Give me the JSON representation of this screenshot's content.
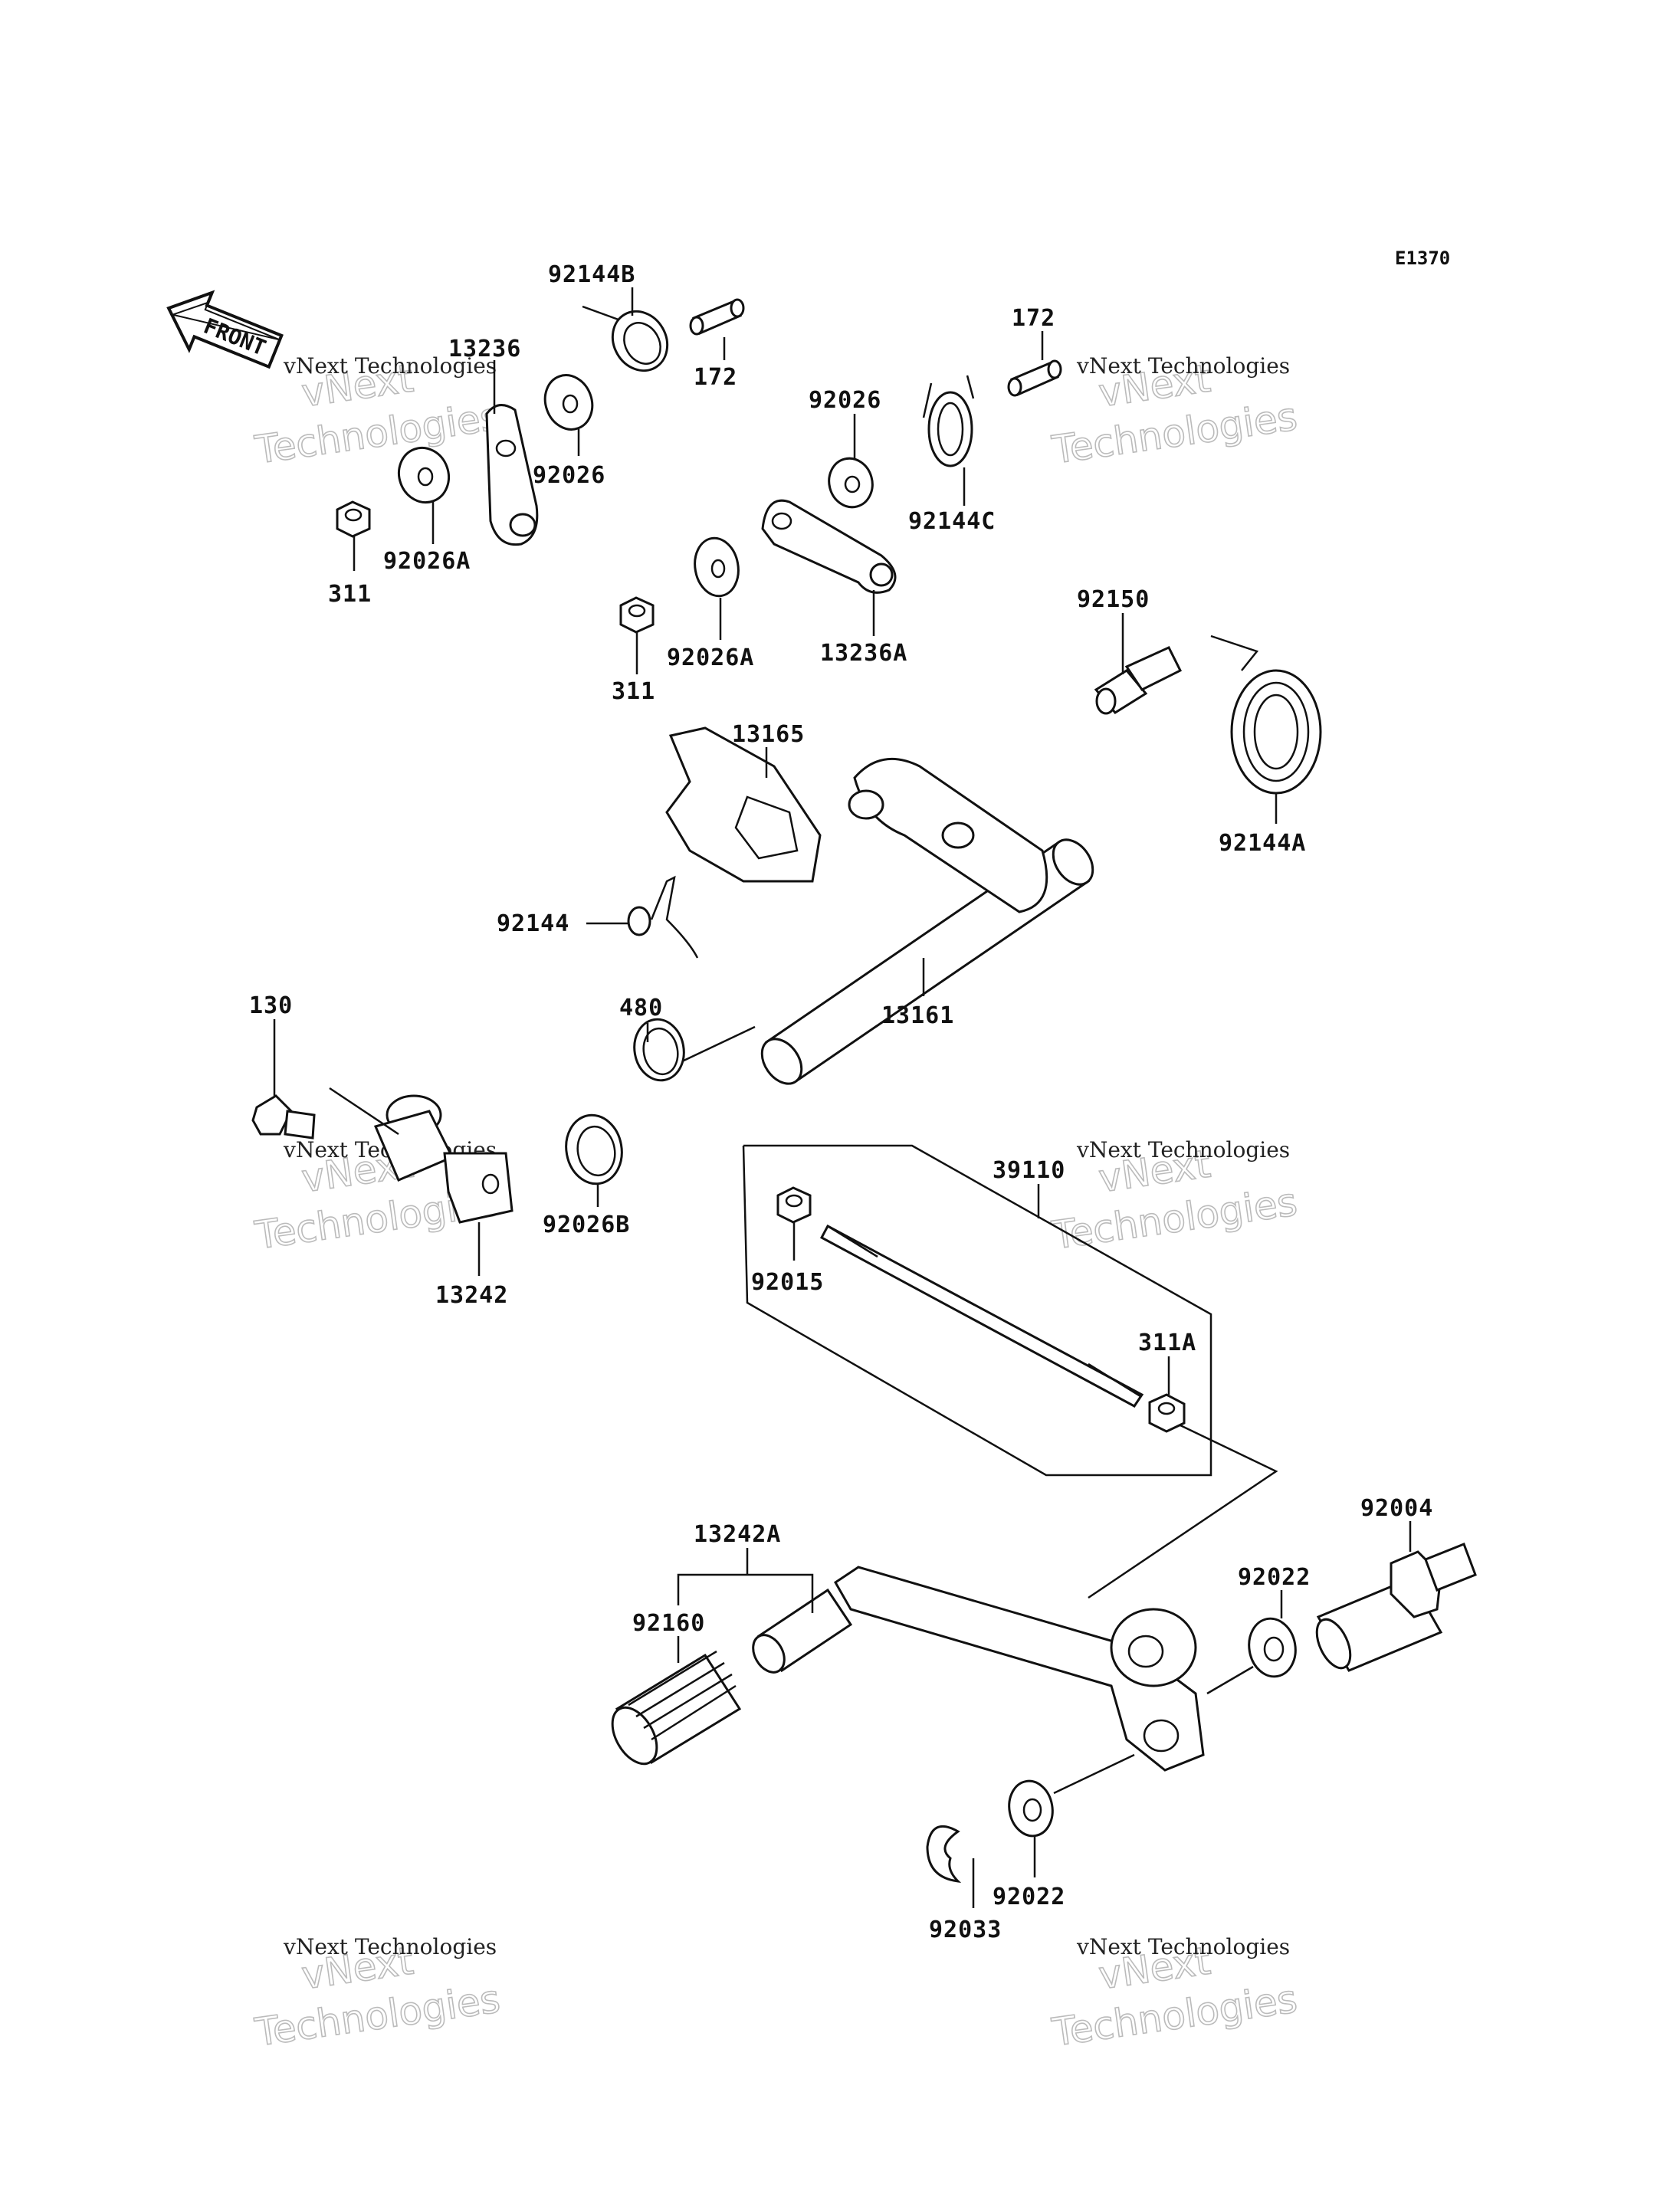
{
  "diagram_code": "E1370",
  "front_label": "FRONT",
  "watermark": {
    "line1": "vNext",
    "line2": "vNext Technologies",
    "line3": "Technologies"
  },
  "parts": [
    {
      "id": "p-92144b",
      "label": "92144B"
    },
    {
      "id": "p-172a",
      "label": "172"
    },
    {
      "id": "p-13236",
      "label": "13236"
    },
    {
      "id": "p-92026",
      "label": "92026"
    },
    {
      "id": "p-92026a",
      "label": "92026A"
    },
    {
      "id": "p-311a",
      "label": "311"
    },
    {
      "id": "p-172b",
      "label": "172"
    },
    {
      "id": "p-92026b2",
      "label": "92026"
    },
    {
      "id": "p-92144c",
      "label": "92144C"
    },
    {
      "id": "p-92026a2",
      "label": "92026A"
    },
    {
      "id": "p-311b",
      "label": "311"
    },
    {
      "id": "p-13236a",
      "label": "13236A"
    },
    {
      "id": "p-92150",
      "label": "92150"
    },
    {
      "id": "p-13165",
      "label": "13165"
    },
    {
      "id": "p-92144a",
      "label": "92144A"
    },
    {
      "id": "p-92144",
      "label": "92144"
    },
    {
      "id": "p-130",
      "label": "130"
    },
    {
      "id": "p-480",
      "label": "480"
    },
    {
      "id": "p-13161",
      "label": "13161"
    },
    {
      "id": "p-39110",
      "label": "39110"
    },
    {
      "id": "p-92026b",
      "label": "92026B"
    },
    {
      "id": "p-92015",
      "label": "92015"
    },
    {
      "id": "p-13242",
      "label": "13242"
    },
    {
      "id": "p-311a2",
      "label": "311A"
    },
    {
      "id": "p-92004",
      "label": "92004"
    },
    {
      "id": "p-13242a",
      "label": "13242A"
    },
    {
      "id": "p-92022",
      "label": "92022"
    },
    {
      "id": "p-92160",
      "label": "92160"
    },
    {
      "id": "p-92022b",
      "label": "92022"
    },
    {
      "id": "p-92033",
      "label": "92033"
    }
  ]
}
